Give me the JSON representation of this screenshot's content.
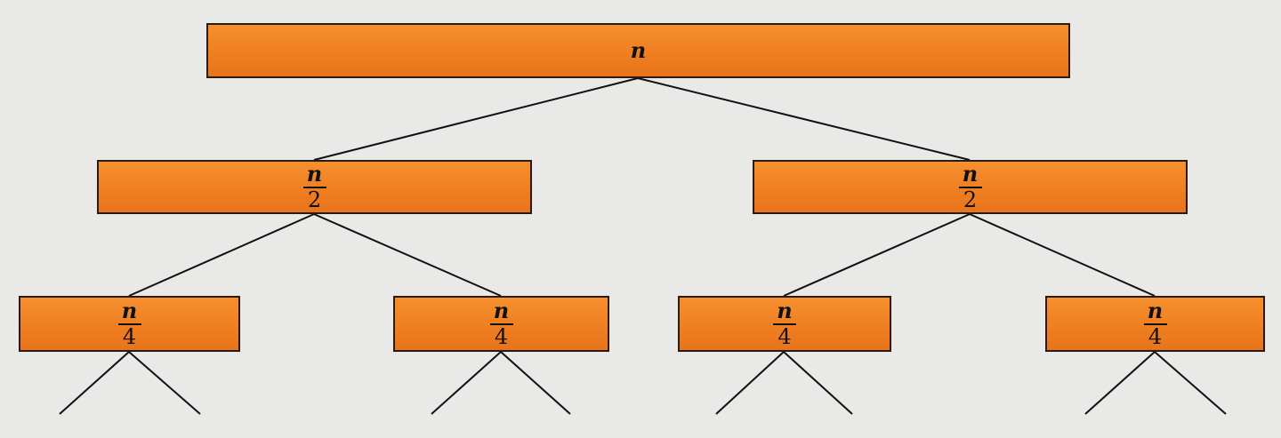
{
  "nodes": {
    "root": {
      "label": "n"
    },
    "level1": [
      {
        "numerator": "n",
        "denominator": "2"
      },
      {
        "numerator": "n",
        "denominator": "2"
      }
    ],
    "level2": [
      {
        "numerator": "n",
        "denominator": "4"
      },
      {
        "numerator": "n",
        "denominator": "4"
      },
      {
        "numerator": "n",
        "denominator": "4"
      },
      {
        "numerator": "n",
        "denominator": "4"
      }
    ]
  },
  "colors": {
    "node_fill": "#ef7f22",
    "node_border": "#2a1a10",
    "edge": "#111111",
    "background": "#e9e9e7"
  }
}
